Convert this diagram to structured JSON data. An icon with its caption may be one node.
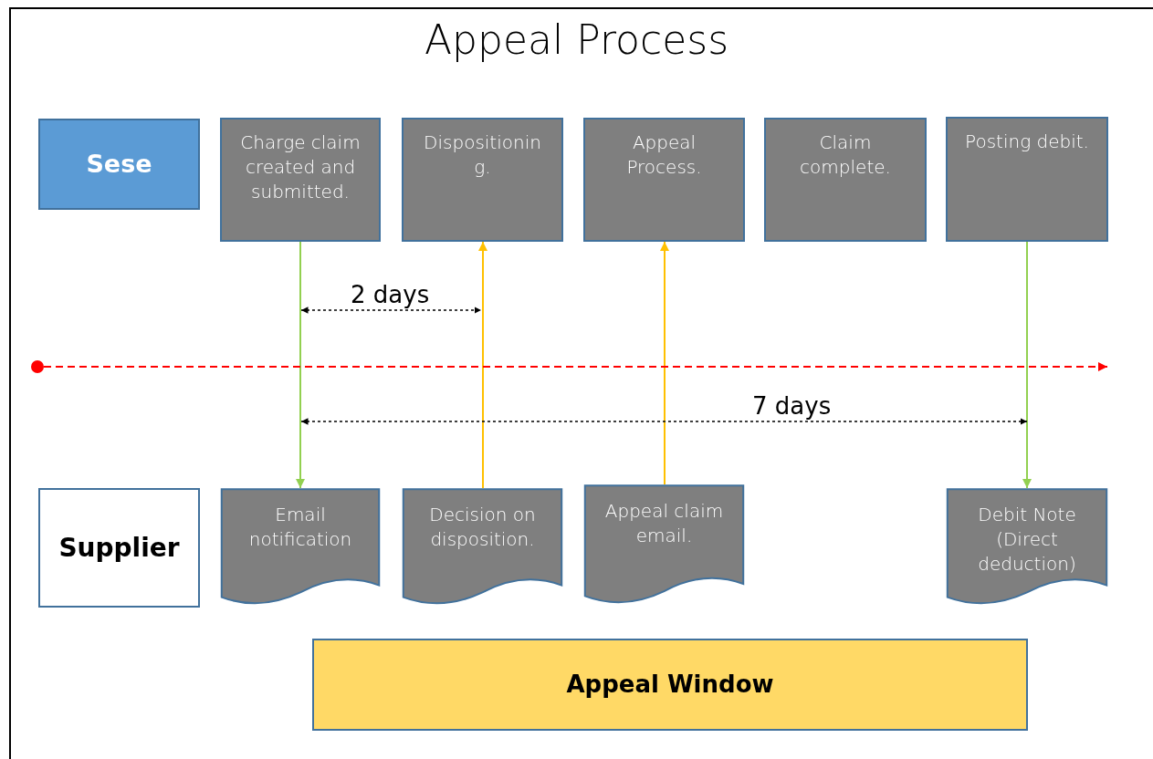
{
  "diagram": {
    "title": "Appeal Process",
    "nodes": [
      {
        "text": [
          "Sese"
        ]
      },
      {
        "text": [
          "Charge claim created and submitted."
        ]
      },
      {
        "text": [
          "Dispositionin g."
        ]
      },
      {
        "text": [
          "Appeal Process."
        ]
      },
      {
        "text": [
          "Claim complete."
        ]
      },
      {
        "text": [
          "Posting debit."
        ]
      },
      {
        "text": [
          "Supplier"
        ]
      },
      {
        "text": [
          "Email notification"
        ]
      },
      {
        "text": [
          "Decision on disposition."
        ]
      },
      {
        "text": [
          "Appeal claim email."
        ]
      },
      {
        "text": [
          "Debit Note (Direct deduction)"
        ]
      },
      {
        "text": [
          "Appeal Window"
        ]
      },
      {
        "text": [],
        "shape": "circle"
      }
    ],
    "edges": [
      {
        "from": 1,
        "to": 7,
        "arrow": "to",
        "color": "#92d050"
      },
      {
        "from": 8,
        "to": 2,
        "arrow": "to",
        "color": "#ffc000"
      },
      {
        "from": 9,
        "to": 3,
        "arrow": "to",
        "color": "#ffc000"
      },
      {
        "from": 5,
        "to": 10,
        "arrow": "to",
        "color": "#92d050"
      },
      {
        "from": 12,
        "to": null,
        "arrow": "to",
        "style": "dashed",
        "color": "#ff0000"
      }
    ],
    "labels": [
      "2 days",
      "7 days"
    ]
  }
}
